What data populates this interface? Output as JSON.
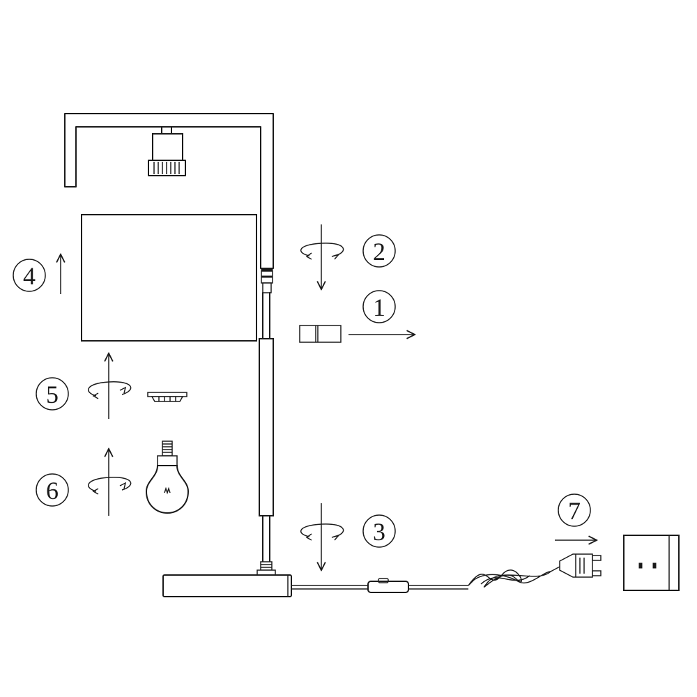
{
  "steps": [
    {
      "number": "1",
      "description_icon": "arrow-right-icon"
    },
    {
      "number": "2",
      "description_icon": "rotate-down-icon"
    },
    {
      "number": "3",
      "description_icon": "rotate-down-icon"
    },
    {
      "number": "4",
      "description_icon": "arrow-up-icon"
    },
    {
      "number": "5",
      "description_icon": "rotate-up-icon"
    },
    {
      "number": "6",
      "description_icon": "rotate-up-icon"
    },
    {
      "number": "7",
      "description_icon": "arrow-right-icon"
    }
  ],
  "colors": {
    "line": "#1a1a1a",
    "background": "#ffffff"
  }
}
